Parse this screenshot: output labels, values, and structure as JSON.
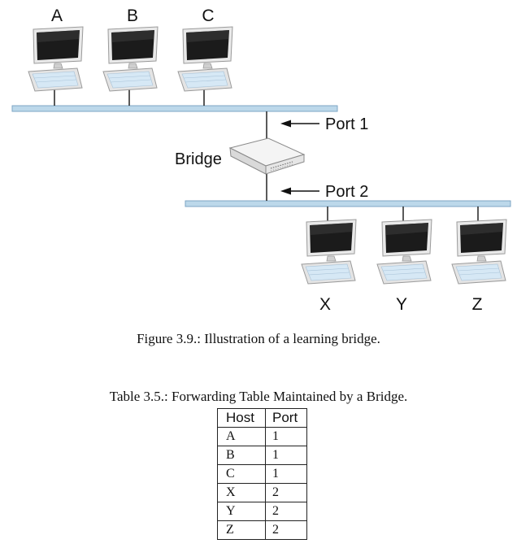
{
  "diagram": {
    "hosts_top": [
      "A",
      "B",
      "C"
    ],
    "hosts_bottom": [
      "X",
      "Y",
      "Z"
    ],
    "bridge_label": "Bridge",
    "port1_label": "Port 1",
    "port2_label": "Port 2",
    "device_icon": "computer-icon",
    "bridge_icon": "bridge-device-icon"
  },
  "figure_caption": "Figure 3.9.: Illustration of a learning bridge.",
  "table": {
    "caption": "Table 3.5.: Forwarding Table Maintained by a Bridge.",
    "headers": [
      "Host",
      "Port"
    ],
    "rows": [
      [
        "A",
        "1"
      ],
      [
        "B",
        "1"
      ],
      [
        "C",
        "1"
      ],
      [
        "X",
        "2"
      ],
      [
        "Y",
        "2"
      ],
      [
        "Z",
        "2"
      ]
    ]
  },
  "colors": {
    "bus": "#bcd8ea",
    "bus_edge": "#7ea6c4",
    "screen": "#1b1b1b",
    "keyboard": "#d6e8f5"
  }
}
